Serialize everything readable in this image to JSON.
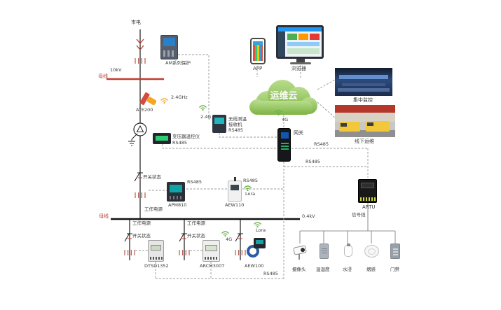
{
  "diagram": {
    "feeder": {
      "mains": "市电",
      "voltage_10kv": "10kV",
      "busbar_top": "母线",
      "relay": "AM系列保护",
      "freq_ate": "2.4GHz",
      "ate200": "ATE200",
      "freq_rx": "2.4G",
      "rx_line1": "无线测温",
      "rx_line2": "接收机",
      "rx_line3": "RS485",
      "txctrl_name": "变压器温控仪",
      "txctrl_bus": "RS485"
    },
    "cloud": {
      "name": "运维云",
      "app": "APP",
      "browser": "浏览器",
      "g4": "4G",
      "gateway": "网关"
    },
    "right": {
      "photo_monitoring": "集中监控",
      "photo_ops": "线下运维",
      "rs485_a": "RS485",
      "rs485_b": "RS485",
      "artu": "ARTU",
      "signal": "信号线"
    },
    "lv": {
      "switch_state": "开关状态",
      "rs485_apm": "RS485",
      "apm810": "APM810",
      "rs485_aew110": "RS485",
      "lora_aew110": "Lora",
      "aew110": "AEW110",
      "working_power": "工作电源",
      "busbar": "母线",
      "voltage_04kv": "0.4kV"
    },
    "branches": {
      "b1_power": "工作电源",
      "b1_switch": "开关状态",
      "b1_meter": "DTSD1352",
      "b2_power": "工作电源",
      "b2_switch": "开关状态",
      "b2_meter": "ARCM300T",
      "b2_g4": "4G",
      "b3_lora": "Lora",
      "b3_meter": "AEW100",
      "rs485_bottom": "RS485"
    },
    "sensors": [
      {
        "label": "摄像头"
      },
      {
        "label": "温湿度"
      },
      {
        "label": "水浸"
      },
      {
        "label": "烟感"
      },
      {
        "label": "门禁"
      }
    ],
    "colors": {
      "cloud_green": "#7cb342",
      "line_red": "#c23b2e",
      "sensor_orange": "#f5a623"
    }
  }
}
